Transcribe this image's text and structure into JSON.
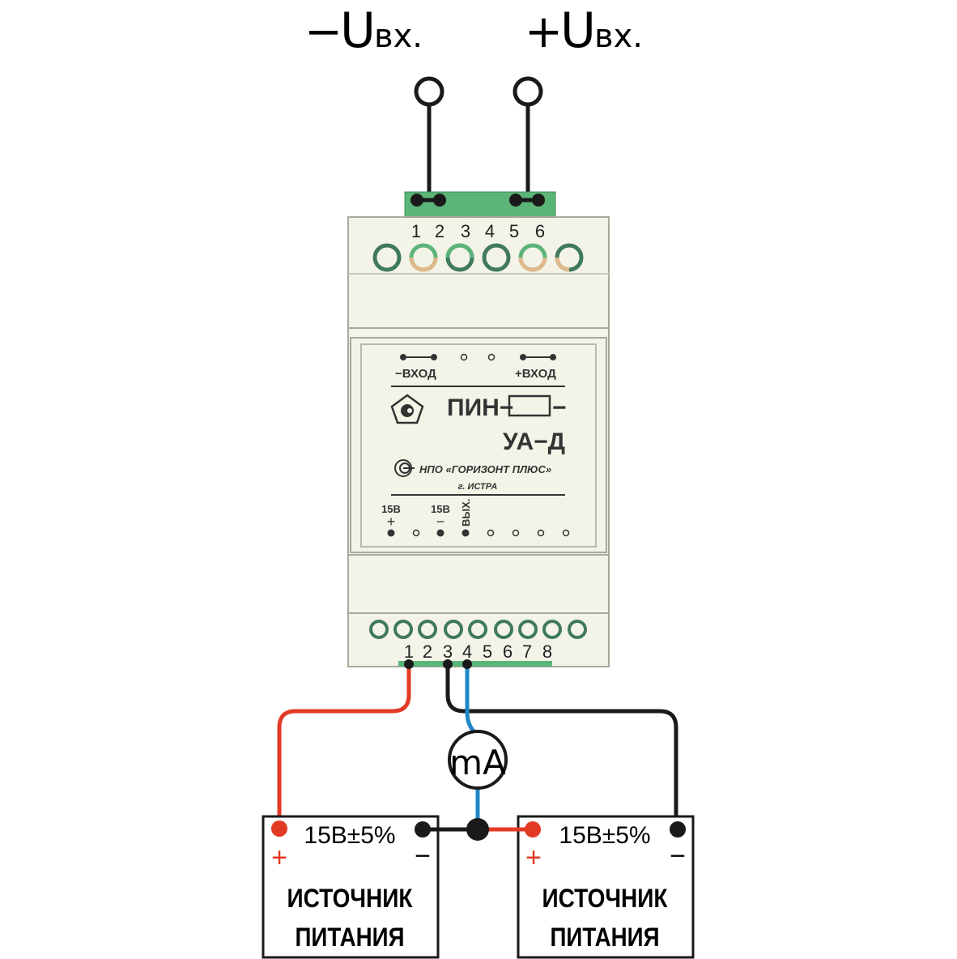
{
  "inputs": {
    "minus": {
      "sign": "−",
      "u": "U",
      "sub": "вх."
    },
    "plus": {
      "sign": "+",
      "u": "U",
      "sub": "вх."
    }
  },
  "top_terminal_numbers": [
    "1",
    "2",
    "3",
    "4",
    "5",
    "6"
  ],
  "bottom_terminal_numbers": [
    "1",
    "2",
    "3",
    "4",
    "5",
    "6",
    "7",
    "8"
  ],
  "panel": {
    "minus_input": "−ВХОД",
    "plus_input": "+ВХОД",
    "model_line1": "ПИН−",
    "model_dash": "−",
    "model_line2": "УА−Д",
    "manufacturer": "НПО «ГОРИЗОНТ ПЛЮС»",
    "city": "г. ИСТРА",
    "pin_15v_plus": "15В",
    "pin_15v_plus_sign": "+",
    "pin_15v_minus": "15В",
    "pin_15v_minus_sign": "−",
    "pin_out": "ВЫХ."
  },
  "meter": {
    "label": "mA"
  },
  "supplies": [
    {
      "voltage": "15В±5%",
      "plus": "+",
      "minus": "−",
      "name1": "ИСТОЧНИК",
      "name2": "ПИТАНИЯ"
    },
    {
      "voltage": "15В±5%",
      "plus": "+",
      "minus": "−",
      "name1": "ИСТОЧНИК",
      "name2": "ПИТАНИЯ"
    }
  ],
  "colors": {
    "red": "#e23a24",
    "blue": "#1f86c8",
    "black": "#1a1a1a",
    "green": "#5bb578",
    "body": "#f4f3e8"
  }
}
